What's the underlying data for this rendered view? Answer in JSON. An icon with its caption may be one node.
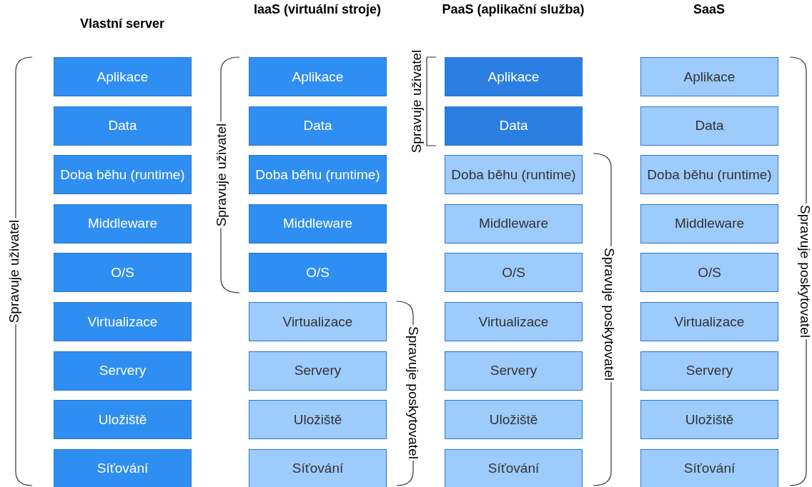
{
  "diagram": {
    "nodes": [
      {
        "text": [
          "Aplikace"
        ]
      },
      {
        "text": [
          "Data"
        ]
      },
      {
        "text": [
          "Doba běhu (runtime)"
        ]
      },
      {
        "text": [
          "Middleware"
        ]
      },
      {
        "text": [
          "O/S"
        ]
      },
      {
        "text": [
          "Virtualizace"
        ]
      },
      {
        "text": [
          "Servery"
        ]
      },
      {
        "text": [
          "Uložiště"
        ]
      },
      {
        "text": [
          "Síťování"
        ]
      },
      {
        "text": [
          "Aplikace"
        ]
      },
      {
        "text": [
          "Data"
        ]
      },
      {
        "text": [
          "Doba běhu (runtime)"
        ]
      },
      {
        "text": [
          "Middleware"
        ]
      },
      {
        "text": [
          "O/S"
        ]
      },
      {
        "text": [
          "Virtualizace"
        ]
      },
      {
        "text": [
          "Servery"
        ]
      },
      {
        "text": [
          "Uložiště"
        ]
      },
      {
        "text": [
          "Síťování"
        ]
      },
      {
        "text": [
          "Aplikace"
        ]
      },
      {
        "text": [
          "Data"
        ]
      },
      {
        "text": [
          "Doba běhu (runtime)"
        ]
      },
      {
        "text": [
          "Middleware"
        ]
      },
      {
        "text": [
          "O/S"
        ]
      },
      {
        "text": [
          "Virtualizace"
        ]
      },
      {
        "text": [
          "Servery"
        ]
      },
      {
        "text": [
          "Uložiště"
        ]
      },
      {
        "text": [
          "Síťování"
        ]
      },
      {
        "text": [
          "Aplikace"
        ]
      },
      {
        "text": [
          "Data"
        ]
      },
      {
        "text": [
          "Doba běhu (runtime)"
        ]
      },
      {
        "text": [
          "Middleware"
        ]
      },
      {
        "text": [
          "O/S"
        ]
      },
      {
        "text": [
          "Virtualizace"
        ]
      },
      {
        "text": [
          "Servery"
        ]
      },
      {
        "text": [
          "Uložiště"
        ]
      },
      {
        "text": [
          "Síťování"
        ]
      }
    ],
    "labels": [
      "Vlastní server",
      "IaaS (virtuální stroje)",
      "PaaS (aplikační služba)",
      "SaaS",
      "Spravuje uživatel",
      "Spravuje uživatel",
      "Spravuje poskytovatel",
      "Spravuje uživatel",
      "Spravuje poskytovatel",
      "Spravuje poskytovatel"
    ]
  }
}
